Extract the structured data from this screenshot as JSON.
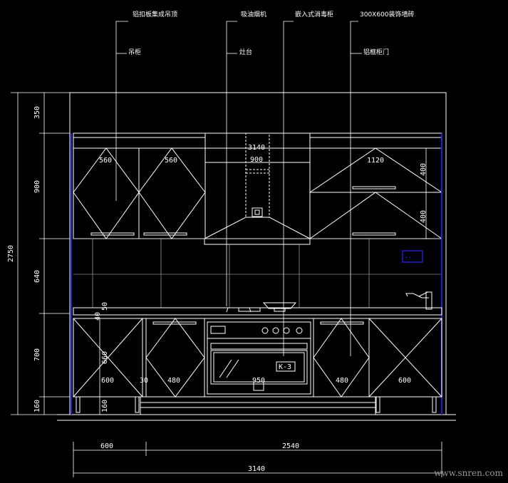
{
  "colors": {
    "background": "#000000",
    "line": "#ffffff",
    "thin": "#c8c8c8",
    "blue": "#2020d0"
  },
  "leaders": {
    "top": [
      {
        "text": "铝扣板集成吊顶"
      },
      {
        "text": "吸油烟机"
      },
      {
        "text": "嵌入式消毒柜"
      },
      {
        "text": "300X600装饰墙砖"
      }
    ],
    "second": [
      {
        "text": "吊柜"
      },
      {
        "text": "灶台"
      },
      {
        "text": "铝框柜门"
      }
    ]
  },
  "dimensions": {
    "left_vertical": [
      "350",
      "900",
      "640",
      "700",
      "160",
      "2750"
    ],
    "left_inner": [
      "40",
      "50",
      "660",
      "160"
    ],
    "upper_widths": [
      "560",
      "560",
      "900",
      "1120"
    ],
    "hood_total": "3140",
    "right_heights": [
      "400",
      "400"
    ],
    "lower_widths": [
      "600",
      "30",
      "480",
      "950",
      "480",
      "600"
    ],
    "bottom_widths": [
      "600",
      "2540"
    ],
    "bottom_total": "3140"
  },
  "appliance": {
    "oven_tag": "K-3"
  },
  "watermark": "www.snren.com"
}
